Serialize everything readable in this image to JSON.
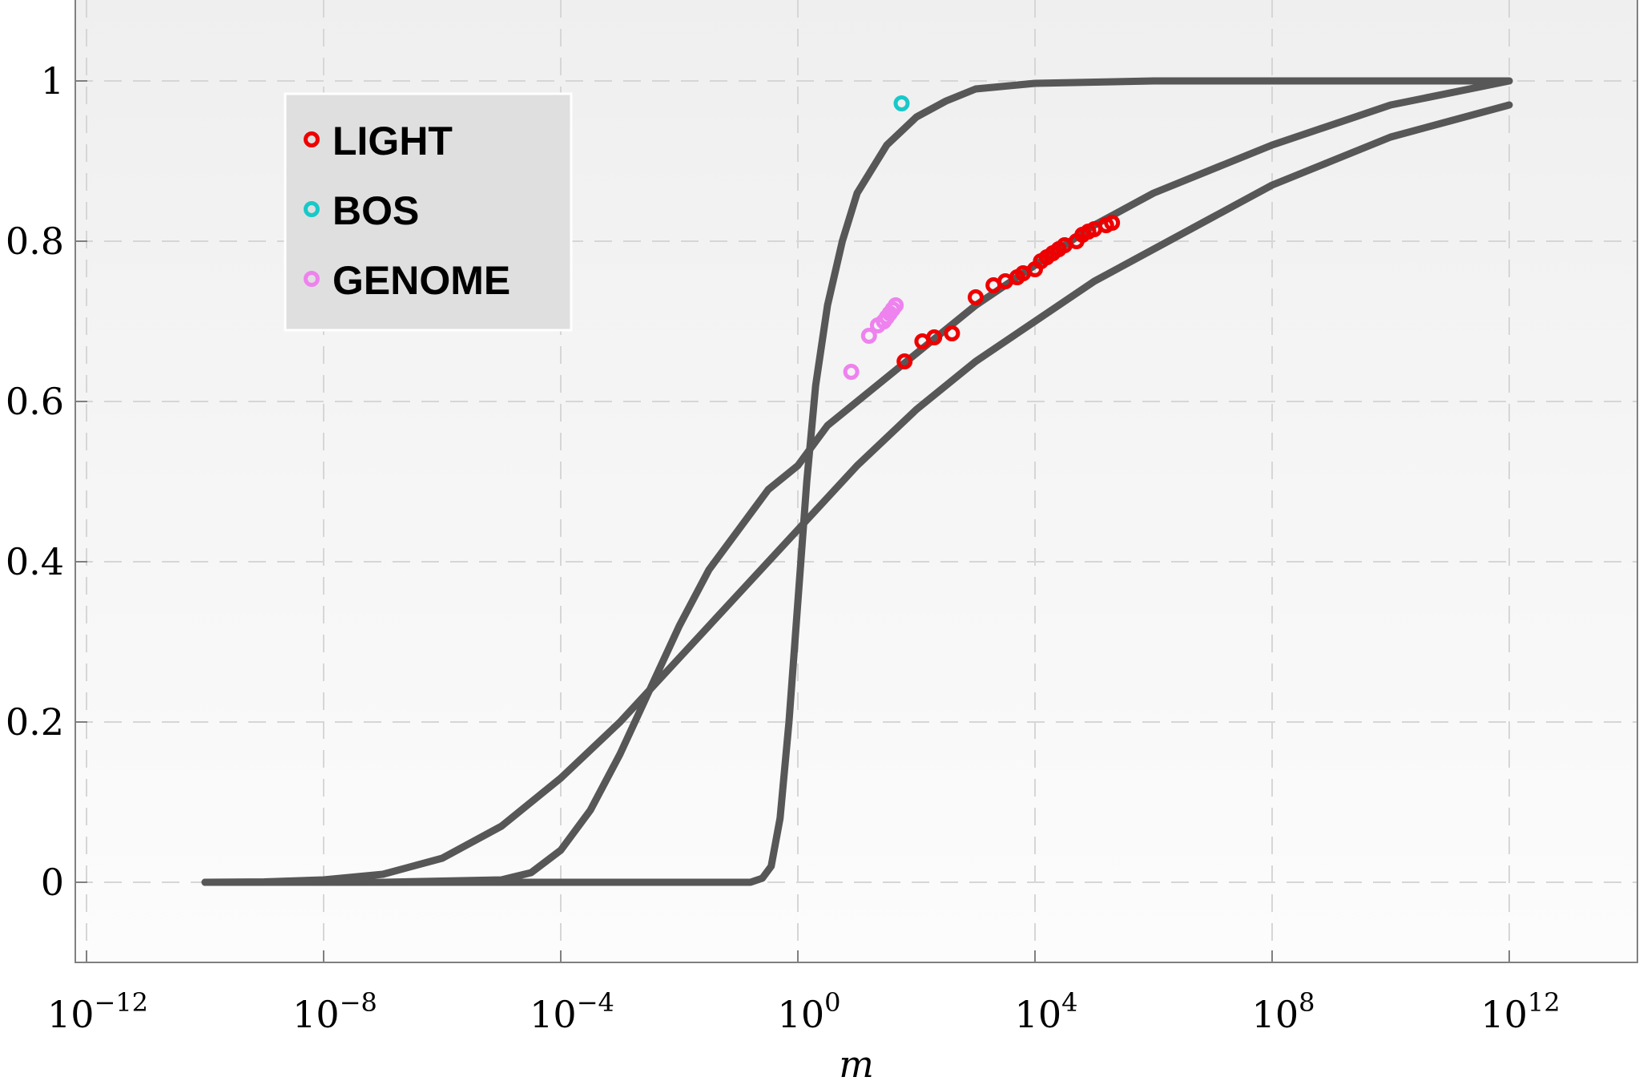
{
  "chart_data": {
    "type": "line",
    "title": "",
    "xlabel": "m",
    "ylabel": "",
    "x_scale": "log10",
    "xlim_exponent": [
      -12,
      14
    ],
    "ylim": [
      -0.1,
      1.1
    ],
    "grid": true,
    "x_ticks": [
      {
        "base": "10",
        "exp": "−12",
        "value_exp": -12
      },
      {
        "base": "10",
        "exp": "−8",
        "value_exp": -8
      },
      {
        "base": "10",
        "exp": "−4",
        "value_exp": -4
      },
      {
        "base": "10",
        "exp": "0",
        "value_exp": 0
      },
      {
        "base": "10",
        "exp": "4",
        "value_exp": 4
      },
      {
        "base": "10",
        "exp": "8",
        "value_exp": 8
      },
      {
        "base": "10",
        "exp": "12",
        "value_exp": 12
      }
    ],
    "y_ticks": [
      {
        "label": "0",
        "value": 0
      },
      {
        "label": "0.2",
        "value": 0.2
      },
      {
        "label": "0.4",
        "value": 0.4
      },
      {
        "label": "0.6",
        "value": 0.6
      },
      {
        "label": "0.8",
        "value": 0.8
      },
      {
        "label": "1",
        "value": 1
      }
    ],
    "curves": [
      {
        "color": "#575757",
        "points_log10m_y": [
          [
            -10,
            0
          ],
          [
            -0.8,
            0
          ],
          [
            -0.6,
            0.005
          ],
          [
            -0.45,
            0.02
          ],
          [
            -0.3,
            0.08
          ],
          [
            -0.15,
            0.2
          ],
          [
            0,
            0.35
          ],
          [
            0.15,
            0.5
          ],
          [
            0.3,
            0.62
          ],
          [
            0.5,
            0.72
          ],
          [
            0.75,
            0.8
          ],
          [
            1,
            0.86
          ],
          [
            1.5,
            0.92
          ],
          [
            2,
            0.955
          ],
          [
            2.5,
            0.975
          ],
          [
            3,
            0.99
          ],
          [
            4,
            0.997
          ],
          [
            6,
            1
          ],
          [
            12,
            1
          ]
        ]
      },
      {
        "color": "#575757",
        "points_log10m_y": [
          [
            -10,
            0
          ],
          [
            -7,
            0
          ],
          [
            -5,
            0.003
          ],
          [
            -4.5,
            0.012
          ],
          [
            -4,
            0.04
          ],
          [
            -3.5,
            0.09
          ],
          [
            -3,
            0.16
          ],
          [
            -2.5,
            0.24
          ],
          [
            -2,
            0.32
          ],
          [
            -1.5,
            0.39
          ],
          [
            -1,
            0.44
          ],
          [
            -0.5,
            0.49
          ],
          [
            0,
            0.52
          ],
          [
            0.5,
            0.57
          ],
          [
            1,
            0.6
          ],
          [
            2,
            0.66
          ],
          [
            3,
            0.72
          ],
          [
            4,
            0.77
          ],
          [
            5,
            0.82
          ],
          [
            6,
            0.86
          ],
          [
            8,
            0.92
          ],
          [
            10,
            0.97
          ],
          [
            12,
            1
          ]
        ]
      },
      {
        "color": "#575757",
        "points_log10m_y": [
          [
            -10,
            0
          ],
          [
            -9,
            0.0005
          ],
          [
            -8,
            0.003
          ],
          [
            -7,
            0.01
          ],
          [
            -6,
            0.03
          ],
          [
            -5,
            0.07
          ],
          [
            -4,
            0.13
          ],
          [
            -3,
            0.2
          ],
          [
            -2,
            0.28
          ],
          [
            -1,
            0.36
          ],
          [
            0,
            0.44
          ],
          [
            0.5,
            0.48
          ],
          [
            1,
            0.52
          ],
          [
            2,
            0.59
          ],
          [
            3,
            0.65
          ],
          [
            4,
            0.7
          ],
          [
            5,
            0.75
          ],
          [
            6,
            0.79
          ],
          [
            7,
            0.83
          ],
          [
            8,
            0.87
          ],
          [
            9,
            0.9
          ],
          [
            10,
            0.93
          ],
          [
            11,
            0.95
          ],
          [
            12,
            0.97
          ]
        ]
      }
    ],
    "series": [
      {
        "name": "LIGHT",
        "color": "#ee0000",
        "points": [
          [
            1.8,
            0.65
          ],
          [
            2.1,
            0.675
          ],
          [
            2.3,
            0.68
          ],
          [
            2.6,
            0.685
          ],
          [
            3.0,
            0.73
          ],
          [
            3.3,
            0.745
          ],
          [
            3.5,
            0.75
          ],
          [
            3.7,
            0.755
          ],
          [
            3.8,
            0.76
          ],
          [
            4.0,
            0.765
          ],
          [
            4.1,
            0.775
          ],
          [
            4.2,
            0.78
          ],
          [
            4.3,
            0.785
          ],
          [
            4.4,
            0.79
          ],
          [
            4.5,
            0.795
          ],
          [
            4.7,
            0.8
          ],
          [
            4.8,
            0.808
          ],
          [
            4.9,
            0.812
          ],
          [
            5.0,
            0.815
          ],
          [
            5.2,
            0.82
          ],
          [
            5.3,
            0.823
          ]
        ]
      },
      {
        "name": "BOS",
        "color": "#19c8c8",
        "points": [
          [
            1.75,
            0.972
          ]
        ]
      },
      {
        "name": "GENOME",
        "color": "#ee82ee",
        "points": [
          [
            0.9,
            0.637
          ],
          [
            1.2,
            0.682
          ],
          [
            1.35,
            0.695
          ],
          [
            1.45,
            0.7
          ],
          [
            1.5,
            0.705
          ],
          [
            1.55,
            0.71
          ],
          [
            1.6,
            0.715
          ],
          [
            1.65,
            0.72
          ]
        ]
      }
    ]
  }
}
